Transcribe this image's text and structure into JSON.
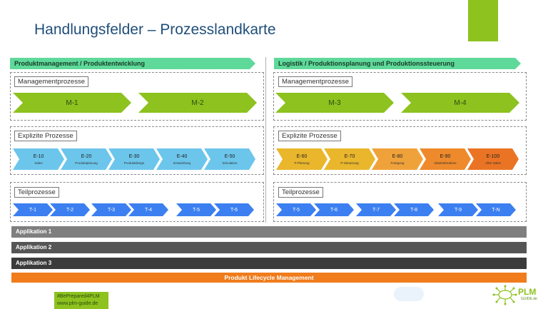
{
  "title": "Handlungsfelder – Prozesslandkarte",
  "left": {
    "header": "Produktmanagement / Produktentwicklung",
    "management": {
      "label": "Managementprozesse",
      "items": [
        "M-1",
        "M-2"
      ]
    },
    "explicit": {
      "label": "Explizite Prozesse",
      "items": [
        {
          "code": "E-10",
          "name": "Sales"
        },
        {
          "code": "E-20",
          "name": "Produktplanung"
        },
        {
          "code": "E-30",
          "name": "Produktdesign"
        },
        {
          "code": "E-40",
          "name": "Entwicklung"
        },
        {
          "code": "E-50",
          "name": "Simulation"
        }
      ]
    },
    "sub": {
      "label": "Teilprozesse",
      "items": [
        "T-1",
        "T-2",
        "T-3",
        "T-4",
        "T-5",
        "T-6"
      ]
    }
  },
  "right": {
    "header": "Logistik / Produktionsplanung und Produktionssteuerung",
    "management": {
      "label": "Managementprozesse",
      "items": [
        "M-3",
        "M-4"
      ]
    },
    "explicit": {
      "label": "Explizite Prozesse",
      "items": [
        {
          "code": "E-60",
          "name": "P-Planung"
        },
        {
          "code": "E-70",
          "name": "P-Steuerung"
        },
        {
          "code": "E-80",
          "name": "Fertigung"
        },
        {
          "code": "E-90",
          "name": "Inbetriebnahme"
        },
        {
          "code": "E-100",
          "name": "After Sales"
        }
      ]
    },
    "sub": {
      "label": "Teilprozesse",
      "items": [
        "T-5",
        "T-6",
        "T-7",
        "T-8",
        "T-9",
        "T-N"
      ]
    }
  },
  "applications": [
    "Applikation 1",
    "Applikation 2",
    "Applikation 3"
  ],
  "plm_bar": "Produkt Lifecycle Management",
  "hashtag": "#BePrepared4PLM",
  "website": "www.plm-guide.de",
  "logo": {
    "main": "PLM",
    "sub": "GUIDE.de"
  },
  "colors": {
    "accent_green": "#8dc21f",
    "header_green": "#5fd99a",
    "explicit_left": "#6cc6ec",
    "explicit_right": [
      "#e9b62c",
      "#e9b62c",
      "#f0a23a",
      "#ee8a2c",
      "#ea7424"
    ],
    "teil_blue": "#3c7ff0",
    "app_colors": [
      "#7f7f7f",
      "#555555",
      "#3b3b3b"
    ],
    "plm_orange": "#f07c1c"
  }
}
